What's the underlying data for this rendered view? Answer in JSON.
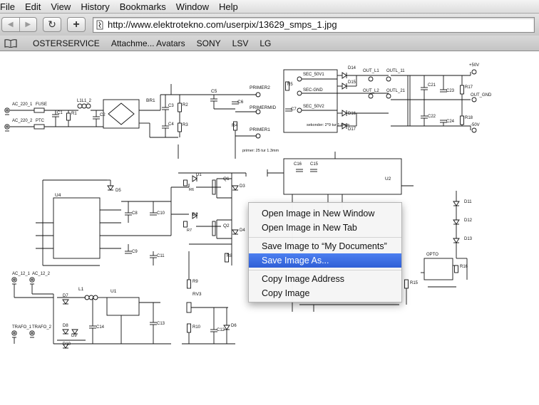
{
  "menubar": {
    "items": [
      "File",
      "Edit",
      "View",
      "History",
      "Bookmarks",
      "Window",
      "Help"
    ]
  },
  "toolbar": {
    "back_label": "◀",
    "forward_label": "▶",
    "reload_label": "↻",
    "add_bookmark_label": "+",
    "url": "http://www.elektrotekno.com/userpix/13629_smps_1.jpg"
  },
  "bookmarks_bar": {
    "items": [
      "OSTERSERVICE",
      "Attachme... Avatars",
      "SONY",
      "LSV",
      "LG"
    ]
  },
  "context_menu": {
    "items": [
      {
        "label": "Open Image in New Window",
        "selected": false
      },
      {
        "label": "Open Image in New Tab",
        "selected": false
      },
      {
        "label": "Save Image to “My Documents”",
        "selected": false
      },
      {
        "label": "Save Image As...",
        "selected": true
      },
      {
        "label": "Copy Image Address",
        "selected": false
      },
      {
        "label": "Copy Image",
        "selected": false
      }
    ]
  },
  "schematic": {
    "labels": {
      "ac_220_1": "AC_220_1",
      "ac_220_2": "AC_220_2",
      "fuse": "FUSE",
      "ptc": "PTC",
      "c1": "C1",
      "r1": "R1",
      "l1l1_2": "L1L1_2",
      "c2": "C2",
      "br1": "BR1",
      "c3": "C3",
      "r2": "R2",
      "c4": "C4",
      "r3": "R3",
      "c5": "C5",
      "c6": "C6",
      "r4": "R4",
      "primer2": "PRIMER2",
      "primermid": "PRIMERMID",
      "primer1": "PRIMER1",
      "primer_note": "primer: 25 tur 1.3mm",
      "r5": "R5",
      "c7": "C7",
      "sec_50v1": "SEC_50V1",
      "sec_gnd": "SEC-GND",
      "sec_50v2": "SEC_50V2",
      "sekonder_note": "sekonder: 2*9 tur 1.8mm",
      "d14": "D14",
      "d15": "D15",
      "d16": "D16",
      "d17": "D17",
      "out_l1": "OUT_L1",
      "out_l2": "OUT_L2",
      "outl_11": "OUTL_11",
      "outl_21": "OUTL_21",
      "c21": "C21",
      "c22": "C22",
      "c23": "C23",
      "c24": "C24",
      "r17": "R17",
      "r18": "R18",
      "plus50v": "+50V",
      "out_gnd": "OUT_GND",
      "minus50v": "-50V",
      "d5": "D5",
      "u4": "U4",
      "c8": "C8",
      "c9": "C9",
      "c10": "C10",
      "c11": "C11",
      "d1": "D1",
      "d2": "D2",
      "r6": "R6",
      "r7": "R7",
      "q1": "Q1",
      "q2": "Q2",
      "d3": "D3",
      "d4": "D4",
      "r8": "R8",
      "r9": "R9",
      "rv3": "RV3",
      "r10": "R10",
      "c12": "C12",
      "d6": "D6",
      "c16": "C16",
      "c15": "C15",
      "u2": "U2",
      "d11": "D11",
      "d12": "D12",
      "d13": "D13",
      "opto": "OPTO",
      "r15": "R15",
      "r16": "R16",
      "ac_12_1": "AC_12_1",
      "ac_12_2": "AC_12_2",
      "trafo_1": "TRAFO_1",
      "trafo_2": "TRAFO_2",
      "d7": "D7",
      "d8": "D8",
      "d9": "D9",
      "d10": "D10",
      "l1": "L1",
      "u1": "U1",
      "c13": "C13",
      "c14": "C14"
    }
  }
}
